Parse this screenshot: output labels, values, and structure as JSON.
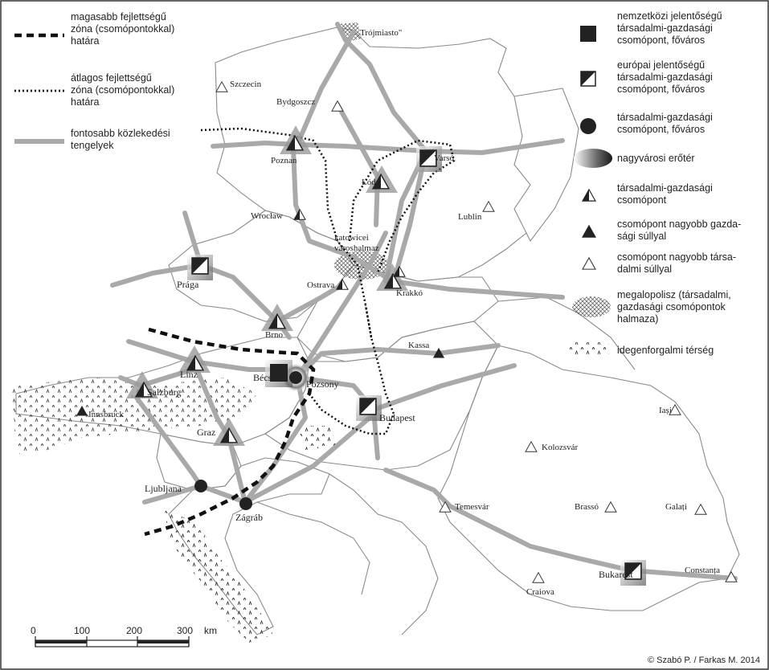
{
  "map": {
    "credit": "© Szabó P. / Farkas M. 2014",
    "scale": {
      "ticks": [
        "0",
        "100",
        "200",
        "300"
      ],
      "unit": "km"
    },
    "cities": {
      "trojmiasto": "Trójmiasto\"",
      "szczecin": "Szczecin",
      "bydgoszcz": "Bydgoszcz",
      "poznan": "Poznan",
      "varso": "Varsó",
      "lodz": "Łódź",
      "wroclaw": "Wrocław",
      "lublin": "Lublin",
      "katowicei_1": "katowicei",
      "katowicei_2": "városhalmaz",
      "praga": "Prága",
      "ostrava": "Ostrava",
      "krakko": "Krakkó",
      "brno": "Brno",
      "kassa": "Kassa",
      "linz": "Linz",
      "becs": "Bécs",
      "pozsony": "Pozsony",
      "salzburg": "Salzburg",
      "innsbruck": "Innsbruck",
      "budapest": "Budapest",
      "graz": "Graz",
      "iasi": "Iași",
      "kolozsvar": "Kolozsvár",
      "ljubljana": "Ljubljana",
      "zagrab": "Zágráb",
      "temesvar": "Temesvár",
      "brasso": "Brassó",
      "galati": "Galați",
      "bukarest": "Bukarest",
      "constanta": "Constanța",
      "craiova": "Craiova"
    }
  },
  "legend_left": [
    {
      "lines": [
        "magasabb fejlettségű",
        "zóna (csomópontokkal)",
        "határa"
      ]
    },
    {
      "lines": [
        "átlagos fejlettségű",
        "zóna (csomópontokkal)",
        "határa"
      ]
    },
    {
      "lines": [
        "fontosabb közlekedési",
        "tengelyek"
      ]
    }
  ],
  "legend_right": [
    {
      "lines": [
        "nemzetközi jelentőségű",
        "társadalmi-gazdasági",
        "csomópont, főváros"
      ]
    },
    {
      "lines": [
        "európai jelentőségű",
        "társadalmi-gazdasági",
        "csomópont, főváros"
      ]
    },
    {
      "lines": [
        "társadalmi-gazdasági",
        "csomópont, főváros"
      ]
    },
    {
      "lines": [
        "nagyvárosi erőtér"
      ]
    },
    {
      "lines": [
        "társadalmi-gazdasági",
        "csomópont"
      ]
    },
    {
      "lines": [
        "csomópont nagyobb gazda-",
        "sági súllyal"
      ]
    },
    {
      "lines": [
        "csomópont nagyobb társa-",
        "dalmi súllyal"
      ]
    },
    {
      "lines": [
        "megalopolisz (társadalmi,",
        "gazdasági csomópontok",
        "halmaza)"
      ]
    },
    {
      "lines": [
        "idegenforgalmi térség"
      ]
    }
  ],
  "colors": {
    "axis": "#a9a9a9",
    "border": "#8a8a8a",
    "ink": "#222222"
  }
}
